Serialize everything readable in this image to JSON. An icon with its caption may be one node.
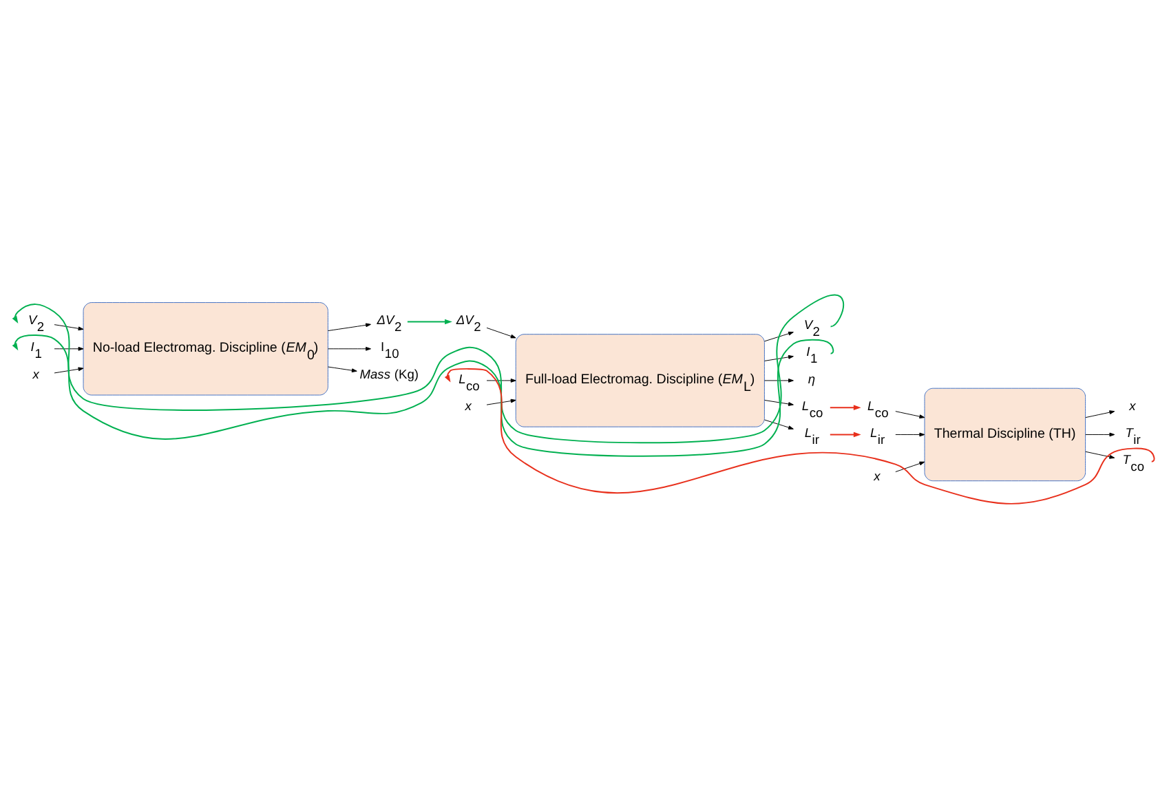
{
  "diagram": {
    "nodes": [
      {
        "text": [
          "No-load Electromag. Discipline (*EM*$_{0}$)"
        ]
      },
      {
        "text": [
          "*x*"
        ]
      },
      {
        "text": [
          "*V*$_{2}$"
        ]
      },
      {
        "text": [
          "*I*$_{1}$"
        ]
      },
      {
        "text": [
          "*ΔV*$_{2}$"
        ]
      },
      {
        "text": [
          "I$_{10}$"
        ]
      },
      {
        "text": [
          "*Mass* (Kg)"
        ]
      },
      {
        "text": [
          "Full-load Electromag. Discipline (*EM*$_{L}$)"
        ]
      },
      {
        "text": [
          "*ΔV*$_{2}$"
        ]
      },
      {
        "text": [
          "*x*"
        ]
      },
      {
        "text": [
          "*L*$_{co}$"
        ]
      },
      {
        "text": [
          "*V*$_{2}$"
        ]
      },
      {
        "text": [
          "*I*$_{1}$"
        ]
      },
      {
        "text": [
          "*η*"
        ]
      },
      {
        "text": [
          "*L*$_{co}$"
        ]
      },
      {
        "text": [
          "*L*$_{ir}$"
        ]
      },
      {
        "text": [
          "Thermal Discipline (TH)"
        ]
      },
      {
        "text": [
          "*x*"
        ]
      },
      {
        "text": [
          "*L*$_{co}$"
        ]
      },
      {
        "text": [
          "*L*$_{ir}$"
        ]
      },
      {
        "text": [
          "*x*"
        ]
      },
      {
        "text": [
          "*T*$_{ir}$"
        ]
      },
      {
        "text": [
          "*T*$_{co}$"
        ]
      }
    ],
    "edges": [
      {
        "from": 1,
        "to": 0,
        "arrow": "to"
      },
      {
        "from": 2,
        "to": 0,
        "arrow": "to"
      },
      {
        "from": 3,
        "to": 0,
        "arrow": "to"
      },
      {
        "from": 0,
        "to": 4,
        "arrow": "to"
      },
      {
        "from": 0,
        "to": 5,
        "arrow": "to"
      },
      {
        "from": 0,
        "to": 6,
        "arrow": "to"
      },
      {
        "from": 8,
        "to": 7,
        "arrow": "to"
      },
      {
        "from": 9,
        "to": 7,
        "arrow": "to"
      },
      {
        "from": 10,
        "to": 7,
        "arrow": "to"
      },
      {
        "from": 7,
        "to": 11,
        "arrow": "to"
      },
      {
        "from": 7,
        "to": 12,
        "arrow": "to"
      },
      {
        "from": 7,
        "to": 13,
        "arrow": "to"
      },
      {
        "from": 7,
        "to": 14,
        "arrow": "to"
      },
      {
        "from": 7,
        "to": 15,
        "arrow": "to"
      },
      {
        "from": 17,
        "to": 16,
        "arrow": "to"
      },
      {
        "from": 18,
        "to": 16,
        "arrow": "to"
      },
      {
        "from": 19,
        "to": 16,
        "arrow": "to"
      },
      {
        "from": 16,
        "to": 20,
        "arrow": "to"
      },
      {
        "from": 16,
        "to": 21,
        "arrow": "to"
      },
      {
        "from": 16,
        "to": 22,
        "arrow": "to"
      },
      {
        "from": 4,
        "to": 8,
        "arrow": "to",
        "color": "#00b050"
      },
      {
        "from": 11,
        "to": 2,
        "arrow": "to",
        "color": "#00b050"
      },
      {
        "from": 12,
        "to": 3,
        "arrow": "to",
        "color": "#00b050"
      },
      {
        "from": 14,
        "to": 18,
        "arrow": "to",
        "color": "#e8301c"
      },
      {
        "from": 15,
        "to": 19,
        "arrow": "to",
        "color": "#e8301c"
      },
      {
        "from": 22,
        "to": 10,
        "arrow": "to",
        "color": "#e8301c"
      }
    ]
  }
}
